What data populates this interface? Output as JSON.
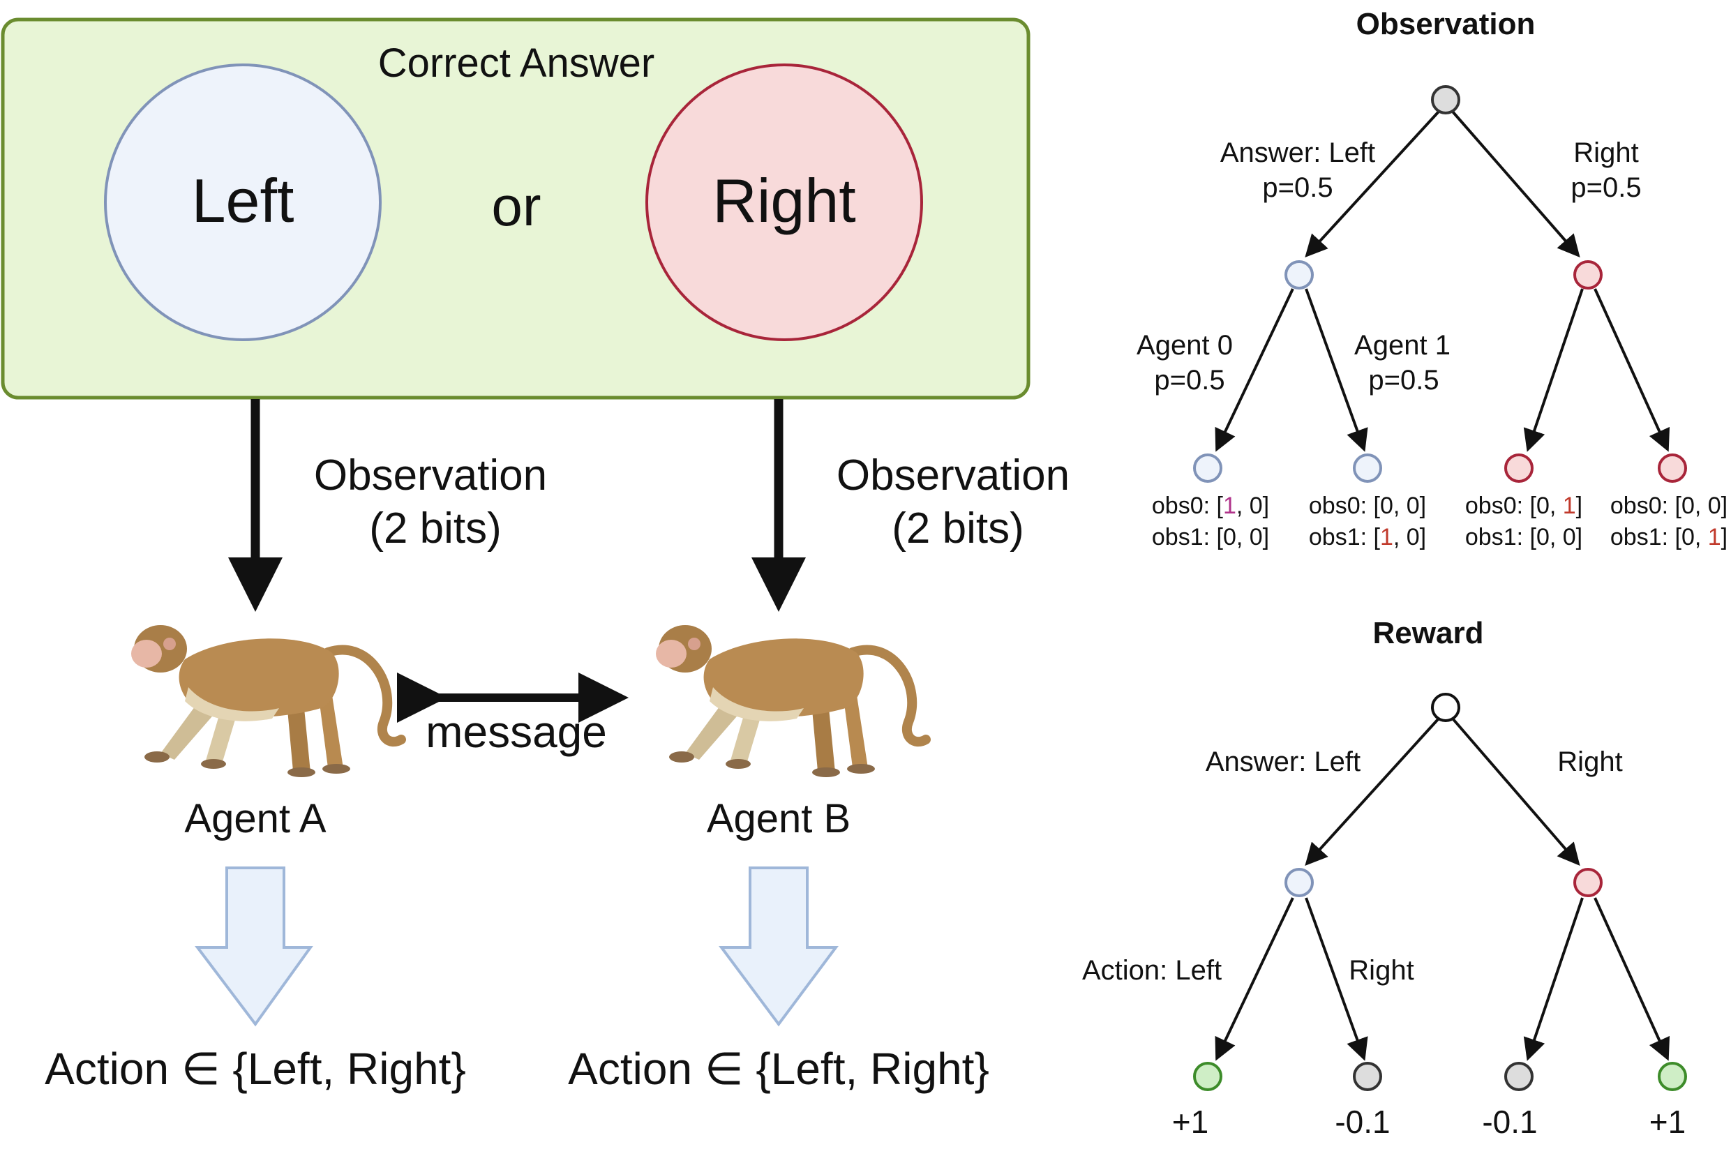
{
  "colors": {
    "box_fill": "#e8f5d6",
    "box_stroke": "#6a8c2f",
    "left_fill": "#eef3fb",
    "left_stroke": "#8093b8",
    "right_fill": "#f8dada",
    "right_stroke": "#a8253a",
    "gray_node_fill": "#dddddd",
    "green_node_fill": "#cfeec6",
    "green_node_stroke": "#3d8c2a",
    "red_digit": "#c0392b",
    "magenta_digit": "#b0338a",
    "block_arrow_fill": "#e9f1fb",
    "block_arrow_stroke": "#9fb7d9"
  },
  "left_panel": {
    "box_title": "Correct Answer",
    "left_circle": "Left",
    "or_text": "or",
    "right_circle": "Right",
    "obs_a_line1": "Observation",
    "obs_a_line2": "(2 bits)",
    "obs_b_line1": "Observation",
    "obs_b_line2": "(2 bits)",
    "message": "message",
    "agent_a": "Agent A",
    "agent_b": "Agent B",
    "action_a": "Action ∈ {Left, Right}",
    "action_b": "Action ∈ {Left, Right}",
    "monkey_icon": "monkey-icon"
  },
  "observation_tree": {
    "title": "Observation",
    "edge_left_1": "Answer: Left",
    "edge_left_2": "p=0.5",
    "edge_right_1": "Right",
    "edge_right_2": "p=0.5",
    "agent0_1": "Agent 0",
    "agent0_2": "p=0.5",
    "agent1_1": "Agent 1",
    "agent1_2": "p=0.5",
    "leaves": [
      {
        "obs0_pre": "obs0: [",
        "obs0_hl": "1",
        "obs0_post": ", 0]",
        "obs0_hl_color": "magenta",
        "obs1_pre": "obs1: [0, 0]",
        "obs1_hl": "",
        "obs1_post": ""
      },
      {
        "obs0_pre": "obs0: [0, 0]",
        "obs0_hl": "",
        "obs0_post": "",
        "obs1_pre": "obs1: [",
        "obs1_hl": "1",
        "obs1_post": ", 0]"
      },
      {
        "obs0_pre": "obs0: [0, ",
        "obs0_hl": "1",
        "obs0_post": "]",
        "obs1_pre": "obs1: [0, 0]",
        "obs1_hl": "",
        "obs1_post": ""
      },
      {
        "obs0_pre": "obs0: [0, 0]",
        "obs0_hl": "",
        "obs0_post": "",
        "obs1_pre": "obs1: [0, ",
        "obs1_hl": "1",
        "obs1_post": "]"
      }
    ]
  },
  "reward_tree": {
    "title": "Reward",
    "edge_left": "Answer: Left",
    "edge_right": "Right",
    "action_left": "Action: Left",
    "action_right": "Right",
    "rewards": [
      "+1",
      "-0.1",
      "-0.1",
      "+1"
    ]
  }
}
